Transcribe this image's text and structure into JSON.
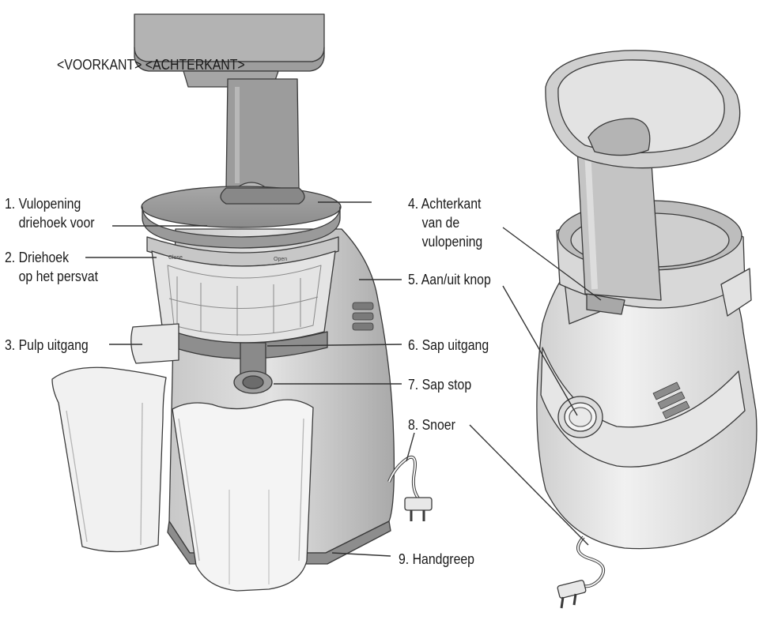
{
  "header": {
    "views": "<VOORKANT> <ACHTERKANT>"
  },
  "labels": [
    {
      "id": "label-1",
      "lines": [
        "1. Vulopening",
        "driehoek voor"
      ]
    },
    {
      "id": "label-2",
      "lines": [
        "2. Driehoek",
        "op het persvat"
      ]
    },
    {
      "id": "label-3",
      "lines": [
        "3. Pulp uitgang"
      ]
    },
    {
      "id": "label-4",
      "lines": [
        "4. Achterkant",
        "van de",
        "vulopening"
      ]
    },
    {
      "id": "label-5",
      "lines": [
        "5. Aan/uit knop"
      ]
    },
    {
      "id": "label-6",
      "lines": [
        "6. Sap uitgang"
      ]
    },
    {
      "id": "label-7",
      "lines": [
        "7. Sap stop"
      ]
    },
    {
      "id": "label-8",
      "lines": [
        "8. Snoer"
      ]
    },
    {
      "id": "label-9",
      "lines": [
        "9. Handgreep"
      ]
    }
  ],
  "bowl_marks": {
    "close": "Close",
    "open": "Open"
  },
  "colors": {
    "body": "#d9d9d9",
    "dark": "#9a9a9a",
    "line": "#555555",
    "accent": "#6a6a6a"
  }
}
